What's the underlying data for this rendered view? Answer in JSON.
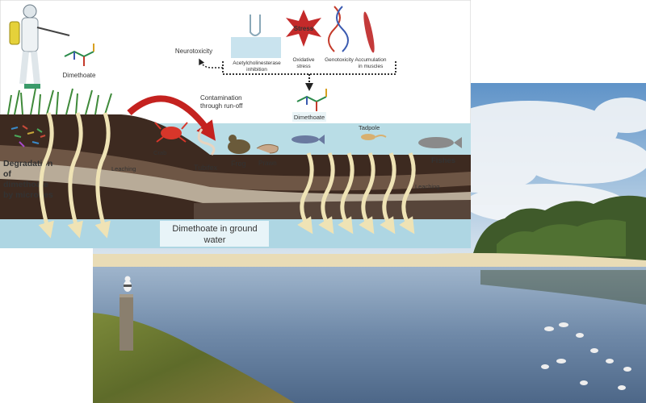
{
  "diagram": {
    "pesticide_label": "Dimethoate",
    "neurotoxicity_label": "Neurotoxicity",
    "effects": [
      {
        "label_lines": [
          "Acetylcholinesterase",
          "inhibition"
        ]
      },
      {
        "label_lines": [
          "Oxidative",
          "stress"
        ]
      },
      {
        "label_lines": [
          "Genotoxicity"
        ]
      },
      {
        "label_lines": [
          "Accumulation",
          "in muscles"
        ]
      }
    ],
    "stress_badge": "Stress",
    "runoff_label_lines": [
      "Contamination",
      "through run-off"
    ],
    "water_pesticide_label": "Dimethoate",
    "organisms": {
      "crab": "Crab",
      "tubifex": "Tubifex",
      "frog": "Frog",
      "prawn": "Prawn",
      "tadpole": "Tadpole",
      "fishes": "Fishes"
    },
    "leaching_left": "Leaching",
    "leaching_right": "Leaching",
    "degradation_lines": [
      "Degradation",
      "of",
      "dimethoate",
      "by microbes"
    ],
    "groundwater_lines": [
      "Dimethoate in ground",
      "water"
    ]
  },
  "colors": {
    "soil_dark": "#3d2a20",
    "soil_mid": "#6e5645",
    "soil_light": "#b8ab98",
    "water": "#b9dde6",
    "groundwater": "#aed6e3",
    "arrow_red": "#c4221f",
    "leach_arrow": "#efe3b5",
    "sky_blue": "#6f9fcf"
  }
}
